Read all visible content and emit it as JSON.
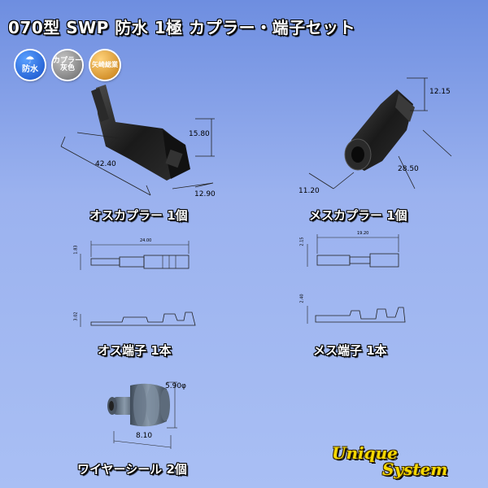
{
  "title": "070型 SWP 防水 1極 カプラー・端子セット",
  "badges": {
    "waterproof": "防水",
    "housing_line1": "カプラー",
    "housing_line2": "灰色",
    "maker": "矢崎総業"
  },
  "captions": {
    "male_coupler": "オスカプラー 1個",
    "female_coupler": "メスカプラー 1個",
    "male_terminal": "オス端子 1本",
    "female_terminal": "メス端子 1本",
    "seal": "ワイヤーシール 2個"
  },
  "dimensions": {
    "male_coupler": {
      "height": "15.80",
      "length": "42.40",
      "width": "12.90"
    },
    "female_coupler": {
      "height": "12.15",
      "length": "28.50",
      "width": "11.20"
    },
    "male_terminal": {
      "length": "24.00",
      "height_top": "1.83",
      "height_side": "3.02"
    },
    "female_terminal": {
      "length": "19.20",
      "height_top": "2.15",
      "height_side": "2.40"
    },
    "seal": {
      "diameter": "5.90φ",
      "length": "8.10"
    }
  },
  "logo": {
    "line1": "Unique",
    "line2": "System"
  },
  "colors": {
    "background_top": "#6e8ee0",
    "background_bottom": "#a9bff4",
    "part_dark": "#1e1e1e",
    "seal_gray": "#5b6a7a",
    "logo_yellow": "#f6d800",
    "badge_blue": "#1650c8",
    "badge_gray": "#6a6a6a",
    "badge_orange": "#c47a10"
  }
}
